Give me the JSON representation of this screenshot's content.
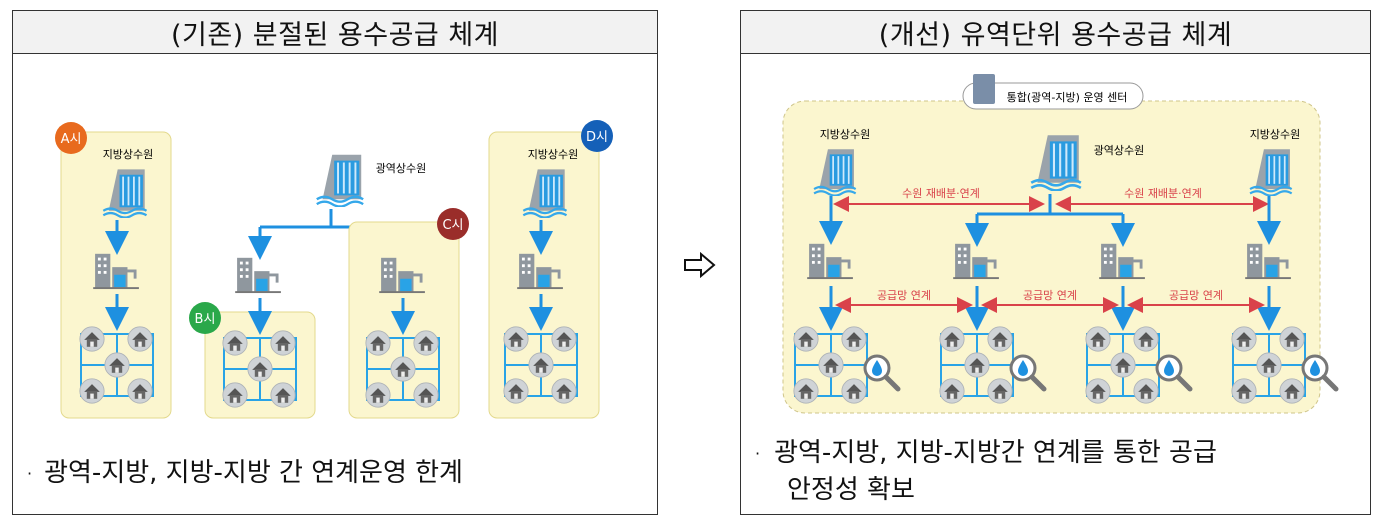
{
  "left_panel": {
    "title": "(기존) 분절된 용수공급 체계",
    "caption": "광역-지방, 지방-지방 간 연계운영 한계",
    "labels": {
      "a_city": "A시",
      "b_city": "B시",
      "c_city": "C시",
      "d_city": "D시",
      "local_source_a": "지방상수원",
      "local_source_d": "지방상수원",
      "regional_source": "광역상수원"
    },
    "colors": {
      "a": "#e86a1e",
      "b": "#2aa84a",
      "c": "#9a2d2a",
      "d": "#1560b8"
    }
  },
  "right_panel": {
    "title": "(개선) 유역단위 용수공급 체계",
    "caption_line1": "광역-지방, 지방-지방간 연계를 통한 공급",
    "caption_line2": "안정성 확보",
    "center_label": "통합(광역-지방) 운영 센터",
    "labels": {
      "local_source_left": "지방상수원",
      "regional_source": "광역상수원",
      "local_source_right": "지방상수원",
      "redistribution_left": "수원 재배분·연계",
      "redistribution_right": "수원 재배분·연계",
      "network_1": "공급망 연계",
      "network_2": "공급망 연계",
      "network_3": "공급망 연계"
    }
  },
  "transition_arrow": "right-arrow-icon",
  "caption_bullet": "·"
}
